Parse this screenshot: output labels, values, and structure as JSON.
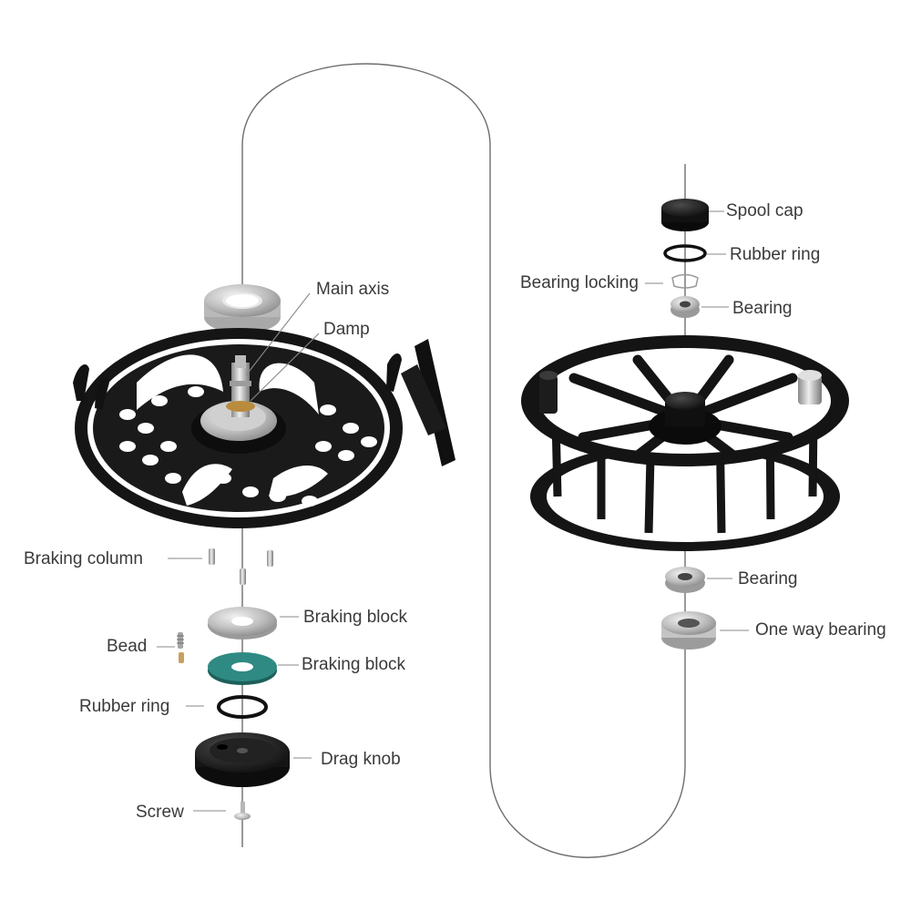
{
  "labels": {
    "main_axis": "Main axis",
    "damp": "Damp",
    "braking_column": "Braking column",
    "braking_block_1": "Braking block",
    "bead": "Bead",
    "braking_block_2": "Braking block",
    "rubber_ring_left": "Rubber ring",
    "drag_knob": "Drag knob",
    "screw": "Screw",
    "spool_cap": "Spool cap",
    "rubber_ring_right": "Rubber ring",
    "bearing_locking": "Bearing locking",
    "bearing_top": "Bearing",
    "bearing_bottom": "Bearing",
    "one_way_bearing": "One way bearing"
  },
  "colors": {
    "reel_body": "#141414",
    "metal": "#b8b8b8",
    "green_washer": "#2e8a82",
    "label_text": "#3a3a3a",
    "leader_line": "#8a8a8a"
  }
}
